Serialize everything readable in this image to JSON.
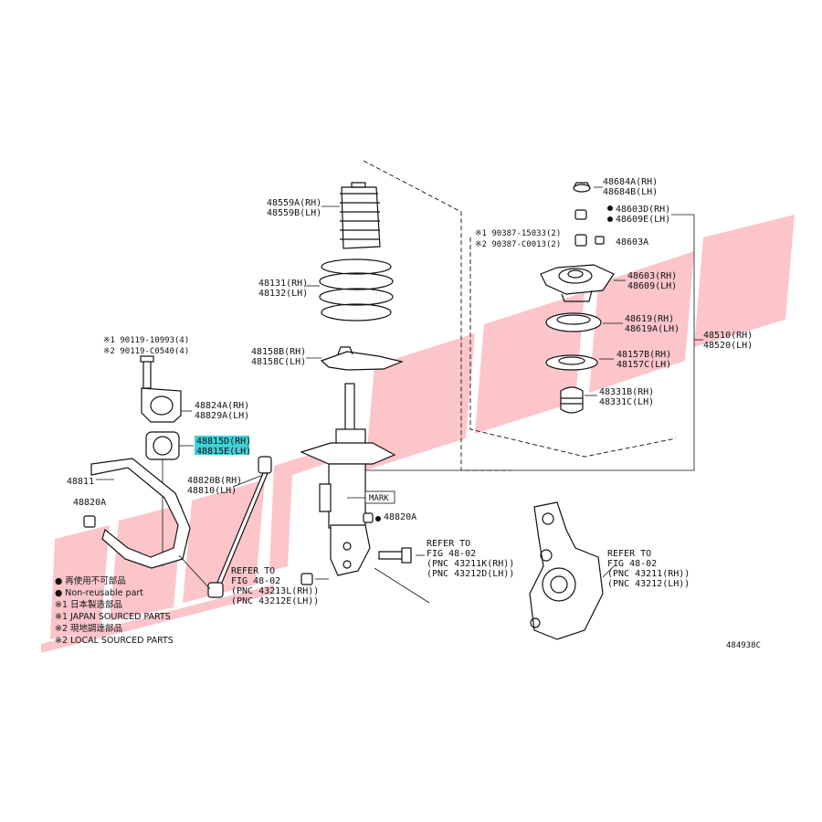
{
  "watermark": {
    "color": "#f24a5a"
  },
  "highlight_color": "#3fd0d8",
  "parts": {
    "p48684": [
      "48684A(RH)",
      "48684B(LH)"
    ],
    "p48603D": [
      "48603D(RH)",
      "48609E(LH)"
    ],
    "bolts_top": [
      "※1 90387-15033(2)",
      "※2 90387-C0013(2)"
    ],
    "p48603A": "48603A",
    "p48603": [
      "48603(RH)",
      "48609(LH)"
    ],
    "p48619": [
      "48619(RH)",
      "48619A(LH)"
    ],
    "p48510": [
      "48510(RH)",
      "48520(LH)"
    ],
    "p48157": [
      "48157B(RH)",
      "48157C(LH)"
    ],
    "p48331": [
      "48331B(RH)",
      "48331C(LH)"
    ],
    "p48559": [
      "48559A(RH)",
      "48559B(LH)"
    ],
    "p48131": [
      "48131(RH)",
      "48132(LH)"
    ],
    "p48158": [
      "48158B(RH)",
      "48158C(LH)"
    ],
    "bolts_left": [
      "※1 90119-10993(4)",
      "※2 90119-C0540(4)"
    ],
    "p48824": [
      "48824A(RH)",
      "48829A(LH)"
    ],
    "p48815": [
      "48815D(RH)",
      "48815E(LH)"
    ],
    "p48811": "48811",
    "p48820B": [
      "48820B(RH)",
      "48810(LH)"
    ],
    "p48820A_left": "48820A",
    "p48820A_right": "48820A",
    "mark": "MARK"
  },
  "refs": {
    "ref_left": [
      "REFER TO",
      "FIG 48-02",
      "(PNC 43213L(RH))",
      "(PNC 43212E(LH))"
    ],
    "ref_mid": [
      "REFER TO",
      "FIG 48-02",
      "(PNC 43211K(RH))",
      "(PNC 43212D(LH))"
    ],
    "ref_right": [
      "REFER TO",
      "FIG 48-02",
      "(PNC 43211(RH))",
      "(PNC 43212(LH))"
    ]
  },
  "legend": [
    "● 再使用不可部品",
    "● Non-reusable part",
    "※1 日本製造部品",
    "※1 JAPAN SOURCED PARTS",
    "※2 現地調達部品",
    "※2 LOCAL SOURCED PARTS"
  ],
  "diagram_code": "484938C"
}
